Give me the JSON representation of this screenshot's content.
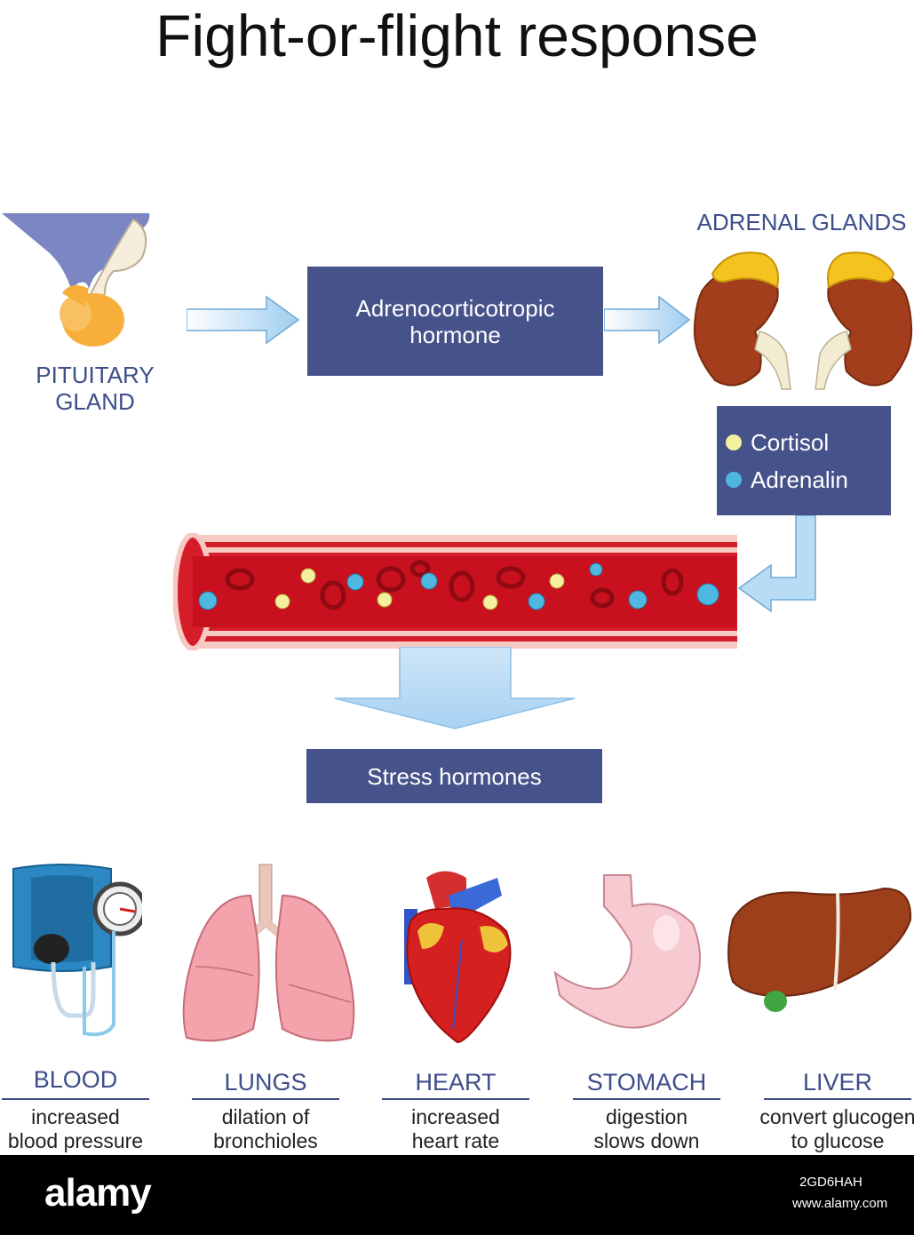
{
  "title": "Fight-or-flight response",
  "pituitary": {
    "label_line1": "PITUITARY",
    "label_line2": "GLAND"
  },
  "acth_box": {
    "line1": "Adrenocorticotropic",
    "line2": "hormone"
  },
  "adrenal": {
    "label": "ADRENAL GLANDS"
  },
  "legend": {
    "items": [
      {
        "label": "Cortisol",
        "color": "#f4f0a0"
      },
      {
        "label": "Adrenalin",
        "color": "#4fb8e0"
      }
    ]
  },
  "stress_box": {
    "label": "Stress hormones"
  },
  "columns": [
    {
      "title": "BLOOD",
      "line1": "increased",
      "line2": "blood pressure",
      "icon": "blood-pressure-monitor-icon"
    },
    {
      "title": "LUNGS",
      "line1": "dilation of",
      "line2": "bronchioles",
      "icon": "lungs-icon"
    },
    {
      "title": "HEART",
      "line1": "increased",
      "line2": "heart rate",
      "icon": "heart-icon"
    },
    {
      "title": "STOMACH",
      "line1": "digestion",
      "line2": "slows down",
      "icon": "stomach-icon"
    },
    {
      "title": "LIVER",
      "line1": "convert glucogen",
      "line2": "to glucose",
      "icon": "liver-icon"
    }
  ],
  "footer": {
    "logo": "alamy",
    "image_id": "2GD6HAH",
    "url": "www.alamy.com"
  },
  "colors": {
    "box": "#46528a",
    "label": "#3d4e8a",
    "arrow": "#b9dcf5",
    "vessel": "#c8101e",
    "cortisol": "#f4f0a0",
    "adrenalin": "#4fb8e0"
  }
}
